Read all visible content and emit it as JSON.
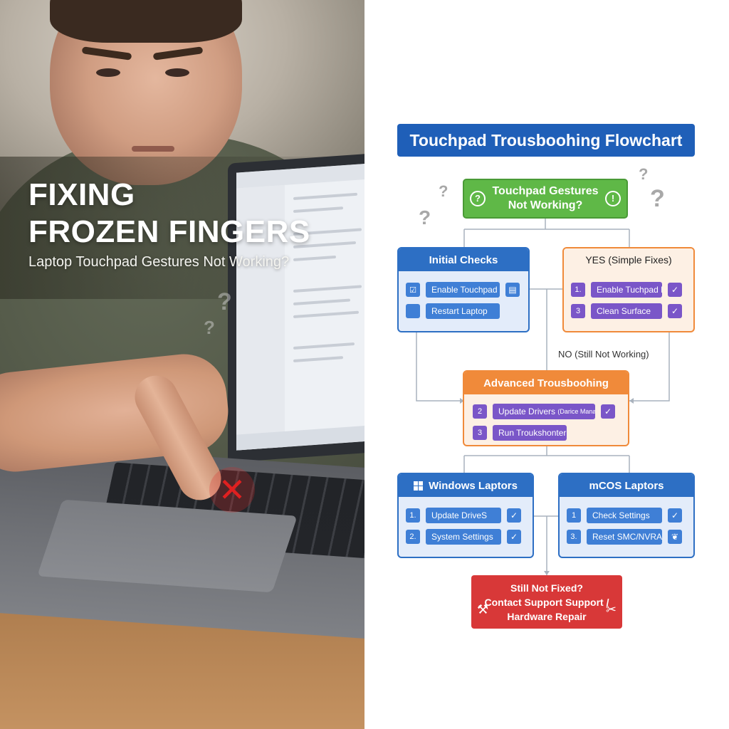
{
  "hero": {
    "title_line1": "FIXING",
    "title_line2": "FROZEN FINGERS",
    "subtitle": "Laptop Touchpad Gestures Not Working?"
  },
  "flowchart": {
    "title": "Touchpad Trousboohing Flowchart",
    "start": {
      "line1": "Touchpad Gestures",
      "line2": "Not Working?",
      "left_icon": "?",
      "right_icon": "!"
    },
    "initial_checks": {
      "title": "Initial Checks",
      "items": [
        {
          "marker": "☑",
          "label": "Enable Touchpad",
          "end_icon": "clipboard-icon",
          "end_glyph": "▤"
        },
        {
          "marker": "",
          "label": "Restart Laptop"
        }
      ]
    },
    "yes_branch": {
      "title": "YES (Simple Fixes)",
      "items": [
        {
          "num": "1.",
          "label": "Enable Tuchpad Fnr",
          "check": "✓"
        },
        {
          "num": "3",
          "label": "Clean Surface",
          "check": "✓"
        }
      ]
    },
    "no_label": "NO (Still Not Working)",
    "advanced": {
      "title": "Advanced Trousboohing",
      "items": [
        {
          "num": "2",
          "label": "Update Drivers",
          "label_small": "(Darice Manage)",
          "check": "✓"
        },
        {
          "num": "3",
          "label": "Run Troukshonter"
        }
      ]
    },
    "windows": {
      "title": "Windows Laptors",
      "items": [
        {
          "num": "1.",
          "label": "Update DriveS",
          "check": "✓"
        },
        {
          "num": "2.",
          "label": "System Settings",
          "check": "✓"
        }
      ]
    },
    "macos": {
      "title": "mCOS Laptors",
      "items": [
        {
          "num": "1",
          "label": "Check Settings",
          "check": "✓"
        },
        {
          "num": "3.",
          "label": "Reset SMC/NVRAM)",
          "check": "❦"
        }
      ]
    },
    "final": {
      "line1": "Still Not Fixed?",
      "line2": "Contact Support Support /",
      "line3": "Hardware Repair"
    }
  },
  "colors": {
    "title_blue": "#1f5fb8",
    "start_green": "#5fb847",
    "box_blue": "#2d6fc4",
    "box_orange": "#f08a3a",
    "item_purple": "#7a56c8",
    "final_red": "#d83838"
  }
}
